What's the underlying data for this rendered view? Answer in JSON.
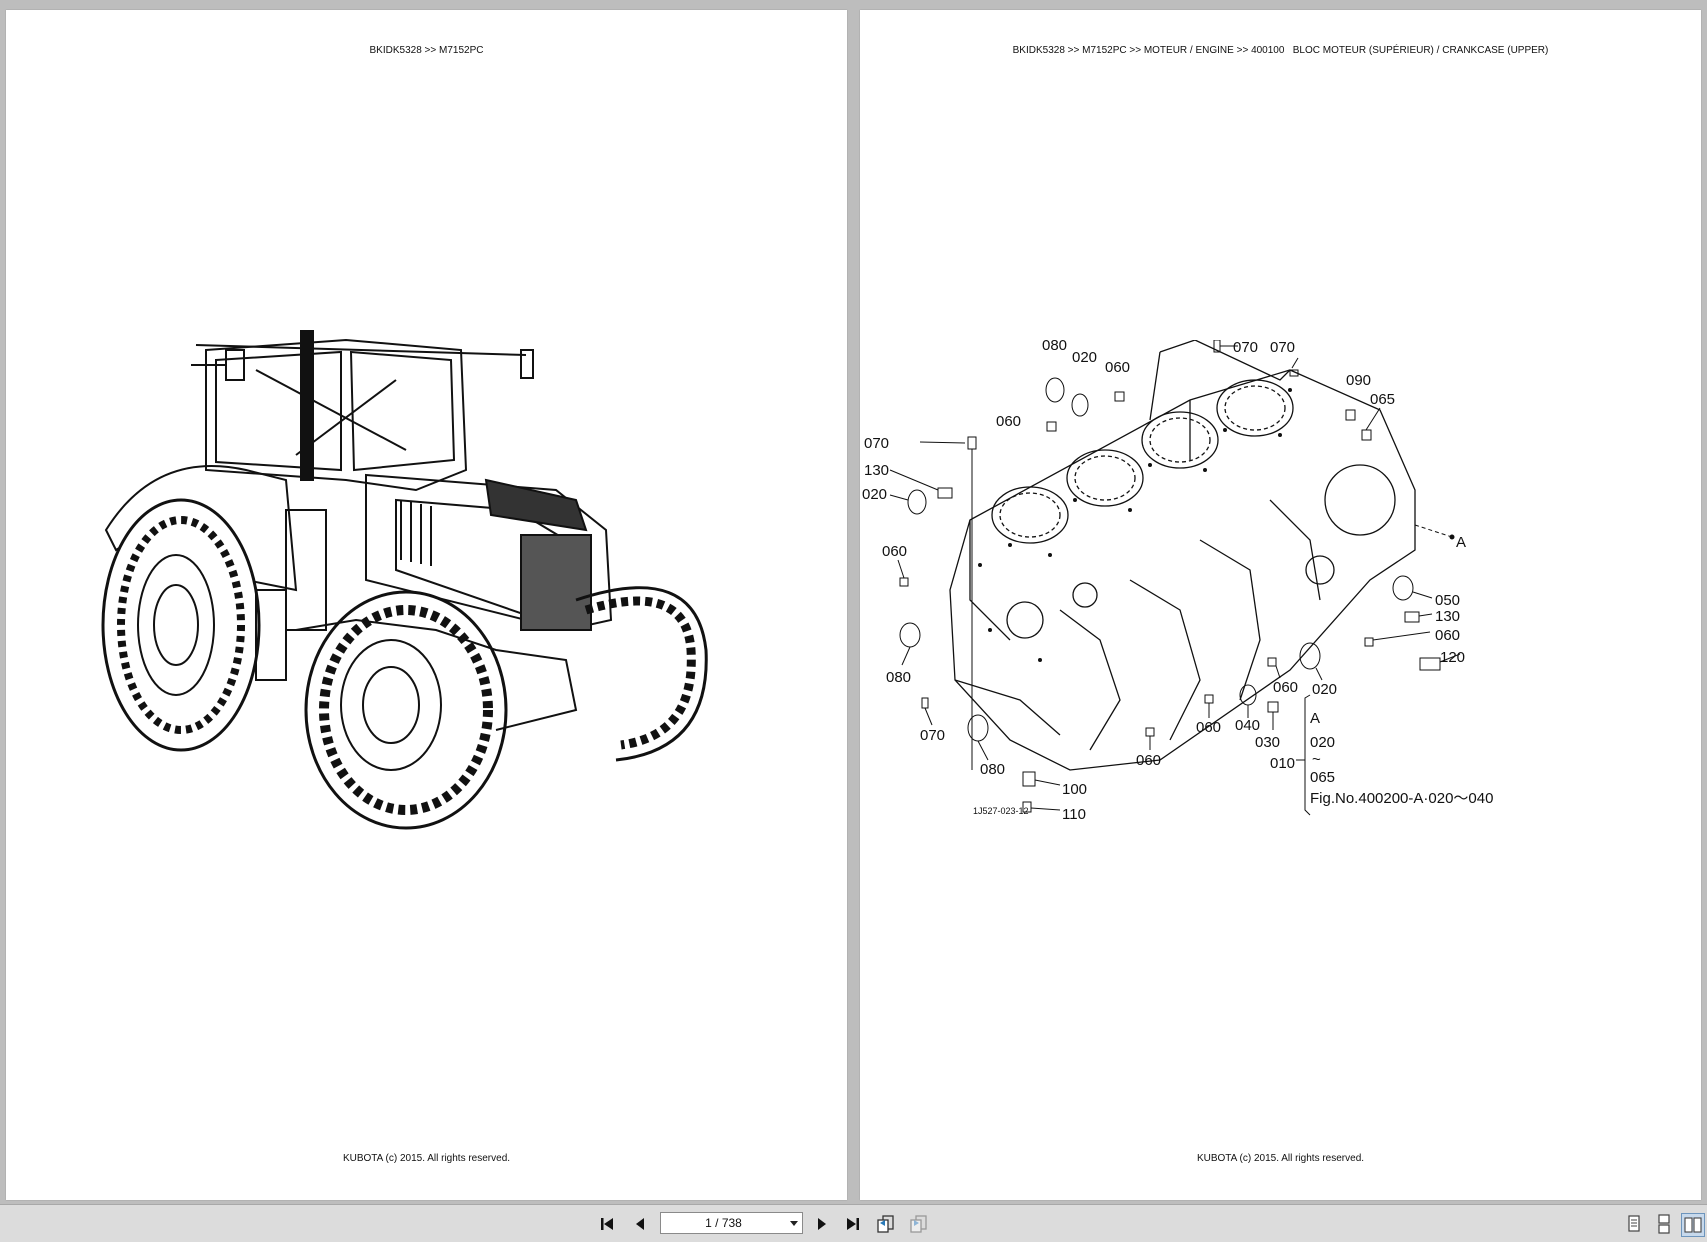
{
  "pages": [
    {
      "header": "BKIDK5328 >> M7152PC",
      "footer": "KUBOTA (c) 2015. All rights reserved.",
      "illustration": "tractor-illustration"
    },
    {
      "header": "BKIDK5328 >> M7152PC >> MOTEUR / ENGINE >> 400100   BLOC MOTEUR (SUPÉRIEUR) / CRANKCASE (UPPER)",
      "footer": "KUBOTA (c) 2015. All rights reserved.",
      "illustration": "crankcase-exploded-diagram",
      "callouts": {
        "c080a": "080",
        "c020a": "020",
        "c060a": "060",
        "c070a": "070",
        "c070b": "070",
        "c090": "090",
        "c065": "065",
        "c060b": "060",
        "c070c": "070",
        "c130a": "130",
        "c020b": "020",
        "c060c": "060",
        "cA": "A",
        "c050": "050",
        "c130b": "130",
        "c060d": "060",
        "c120": "120",
        "c080b": "080",
        "c070d": "070",
        "c060e": "060",
        "c020c": "020",
        "c060f": "060",
        "c040": "040",
        "c030": "030",
        "c010": "010",
        "c060g": "060",
        "c080c": "080",
        "c100": "100",
        "c110": "110",
        "bracketA": "A",
        "bracket020": "020",
        "bracketTilde": "~",
        "bracket065": "065",
        "figref": "Fig.No.400200-A·020～040",
        "drawingno": "1J527-023-12"
      }
    }
  ],
  "toolbar": {
    "page_indicator": "1 / 738",
    "buttons": [
      "first-page-icon",
      "previous-page-icon",
      "next-page-icon",
      "last-page-icon",
      "go-back-view-icon",
      "go-forward-view-icon",
      "single-page-view-icon",
      "continuous-view-icon",
      "two-page-view-icon"
    ]
  }
}
